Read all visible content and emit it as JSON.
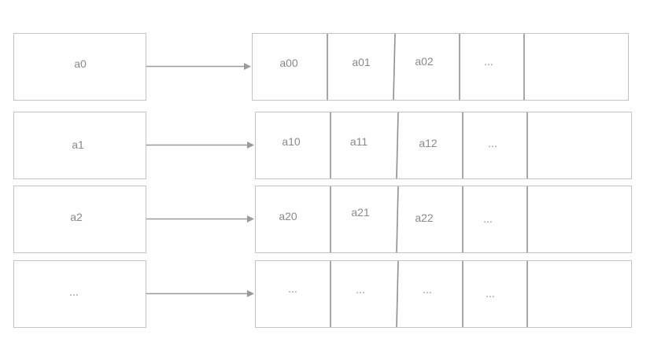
{
  "diagram": {
    "rows": [
      {
        "key": "a0",
        "cells": [
          "a00",
          "a01",
          "a02",
          "...",
          ""
        ]
      },
      {
        "key": "a1",
        "cells": [
          "a10",
          "a11",
          "a12",
          "...",
          ""
        ]
      },
      {
        "key": "a2",
        "cells": [
          "a20",
          "a21",
          "a22",
          "...",
          ""
        ]
      },
      {
        "key": "...",
        "cells": [
          "...",
          "...",
          "...",
          "...",
          ""
        ]
      }
    ],
    "colors": {
      "border": "#c4c4c4",
      "divider": "#8f8f8f",
      "arrow": "#9a9a9a",
      "text": "#8a8a8a"
    }
  }
}
